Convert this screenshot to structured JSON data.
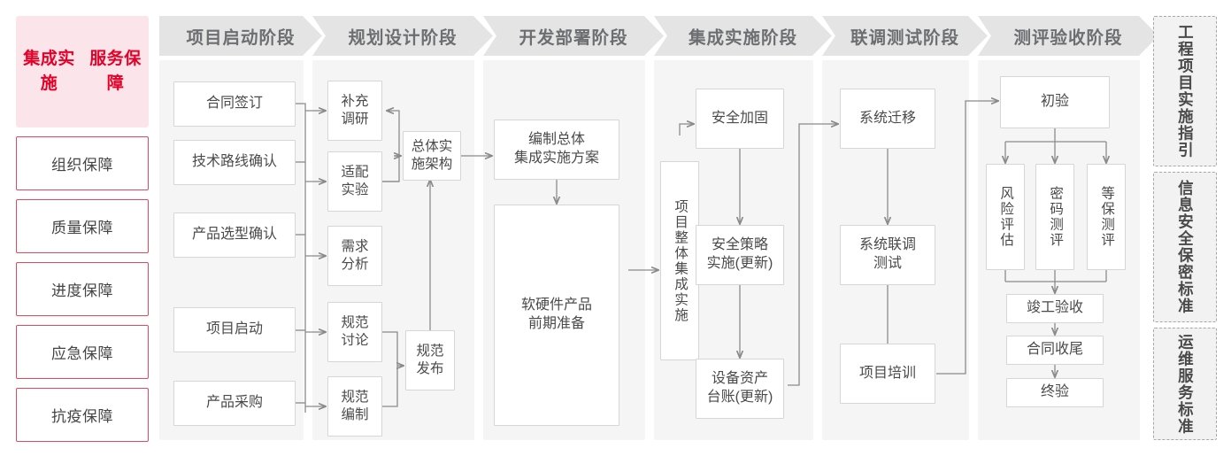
{
  "left_panel": {
    "title": "集成实施\n服务保障",
    "title_lines": [
      "集成实施",
      "服务保障"
    ],
    "items": [
      {
        "label": "组织保障"
      },
      {
        "label": "质量保障"
      },
      {
        "label": "进度保障"
      },
      {
        "label": "应急保障"
      },
      {
        "label": "抗疫保障"
      }
    ],
    "accent_color": "#e60028",
    "background_color": "#fbe5ea",
    "border_color": "#e2485f"
  },
  "phases": [
    {
      "title": "项目启动阶段"
    },
    {
      "title": "规划设计阶段"
    },
    {
      "title": "开发部署阶段"
    },
    {
      "title": "集成实施阶段"
    },
    {
      "title": "联调测试阶段"
    },
    {
      "title": "测评验收阶段"
    }
  ],
  "nodes": {
    "p1": [
      {
        "label": "合同签订"
      },
      {
        "label": "技术路线确认"
      },
      {
        "label": "产品选型确认"
      },
      {
        "label": "项目启动"
      },
      {
        "label": "产品采购"
      }
    ],
    "p2": [
      {
        "label": "补充\n调研"
      },
      {
        "label": "适配\n实验"
      },
      {
        "label": "需求\n分析"
      },
      {
        "label": "规范\n讨论"
      },
      {
        "label": "规范\n编制"
      },
      {
        "label": "总体实\n施架构"
      },
      {
        "label": "规范\n发布"
      }
    ],
    "p3": [
      {
        "label": "编制总体\n集成实施方案"
      },
      {
        "label": "软硬件产品\n前期准备"
      }
    ],
    "p4": [
      {
        "label": "项目整体集成实施"
      },
      {
        "label": "安全加固"
      },
      {
        "label": "安全策略\n实施(更新)"
      },
      {
        "label": "设备资产\n台账(更新)"
      }
    ],
    "p5": [
      {
        "label": "系统迁移"
      },
      {
        "label": "系统联调\n测试"
      },
      {
        "label": "项目培训"
      }
    ],
    "p6": [
      {
        "label": "初验"
      },
      {
        "label": "风险评估"
      },
      {
        "label": "密码测评"
      },
      {
        "label": "等保测评"
      },
      {
        "label": "竣工验收"
      },
      {
        "label": "合同收尾"
      },
      {
        "label": "终验"
      }
    ]
  },
  "right_panel": {
    "items": [
      {
        "label": "工程项目实施指引"
      },
      {
        "label": "信息安全保密标准"
      },
      {
        "label": "运维服务标准"
      }
    ],
    "border_color": "#a8a8a8",
    "background_color": "#f2f2f2"
  }
}
